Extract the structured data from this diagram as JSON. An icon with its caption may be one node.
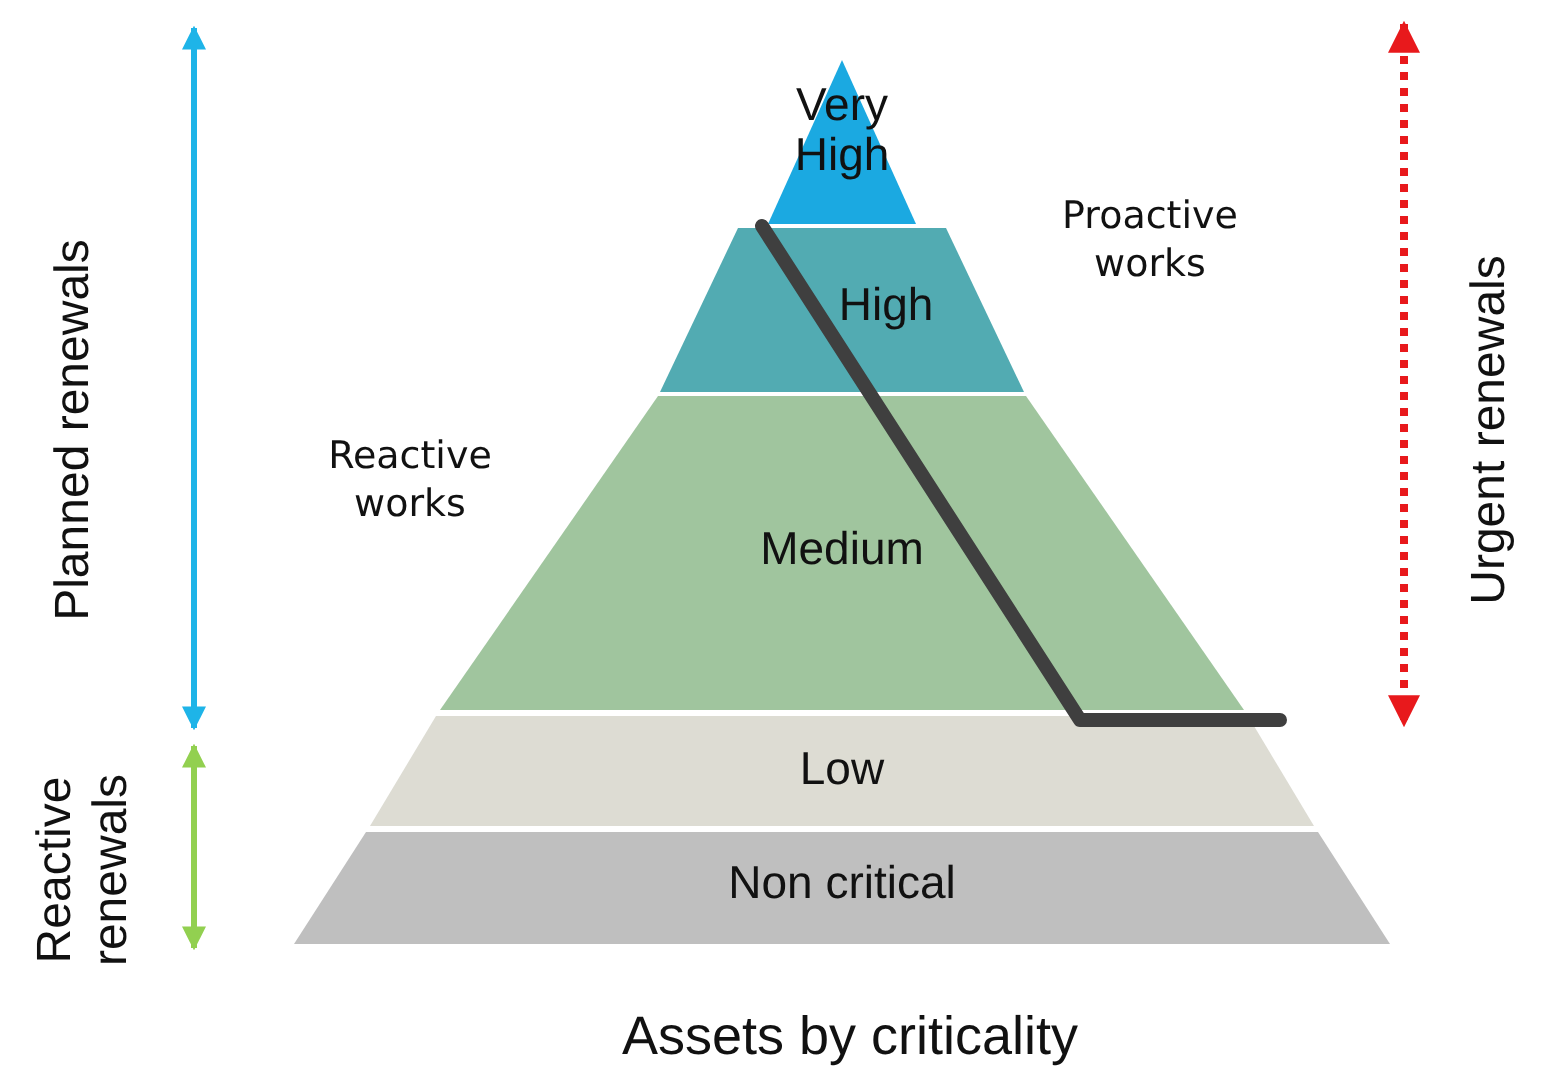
{
  "diagram": {
    "caption": "Assets by criticality",
    "nodes": [
      {
        "text": [
          "Very High"
        ]
      },
      {
        "text": [
          "High"
        ]
      },
      {
        "text": [
          "Medium"
        ]
      },
      {
        "text": [
          "Low"
        ]
      },
      {
        "text": [
          "Non critical"
        ]
      }
    ],
    "labels": [
      "Planned renewals",
      "Reactive works",
      "Proactive works",
      "Urgent renewals",
      "Reactive renewals"
    ]
  }
}
